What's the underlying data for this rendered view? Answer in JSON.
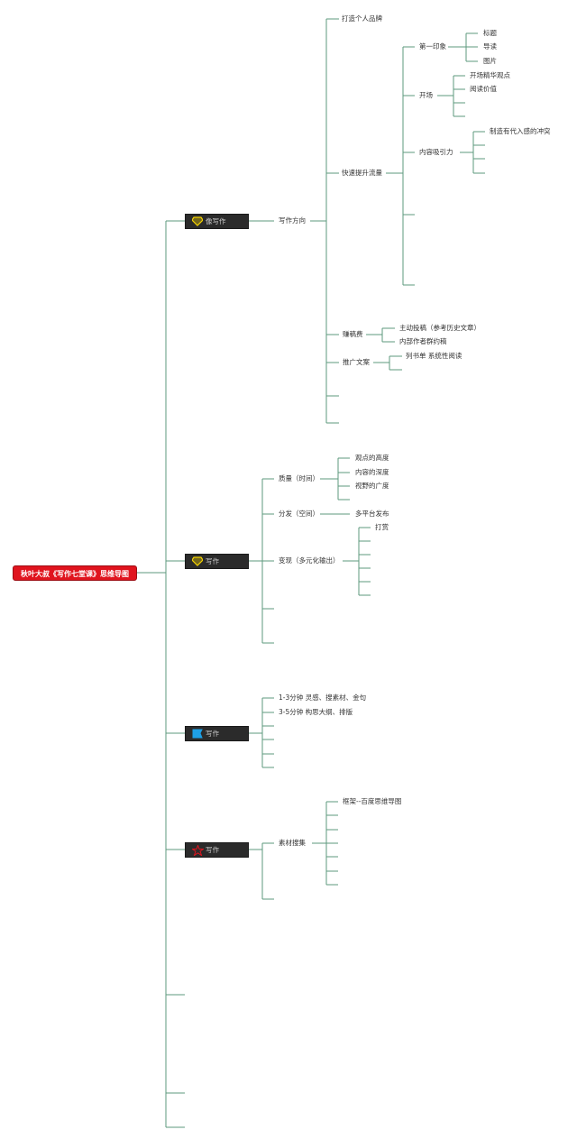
{
  "title": "秋叶大叔《写作七堂课》思维导图",
  "main_nodes": [
    {
      "label": "像写作"
    },
    {
      "label": "写作"
    },
    {
      "label": "写作"
    },
    {
      "label": "写作"
    }
  ],
  "b1": {
    "n1": "写作方向",
    "a1": "打造个人品牌",
    "a2": "快速提升流量",
    "first_impression": "第一印象",
    "fi_1": "标题",
    "fi_2": "导读",
    "fi_3": "图片",
    "opening": "开场",
    "op_1": "开场精华观点",
    "op_2": "阅读价值",
    "content": "内容吸引力",
    "ct_1": "制造有代入感的冲突",
    "a3": "赚稿费",
    "a3_1": "主动投稿（参考历史文章）",
    "a3_2": "内部作者群约稿",
    "a4": "推广文案",
    "a4_1": "列书单 系统性阅读"
  },
  "b2": {
    "q": "质量（时间）",
    "q1": "观点的高度",
    "q2": "内容的深度",
    "q3": "视野的广度",
    "d": "分发（空间）",
    "d1": "多平台发布",
    "m": "变现（多元化输出）",
    "m1": "打赏"
  },
  "b3": {
    "t1": "1-3分钟 灵感、搜素材、金句",
    "t2": "3-5分钟 构思大纲、排版"
  },
  "b4": {
    "s": "素材搜集",
    "s1": "框架--百度思维导图"
  }
}
